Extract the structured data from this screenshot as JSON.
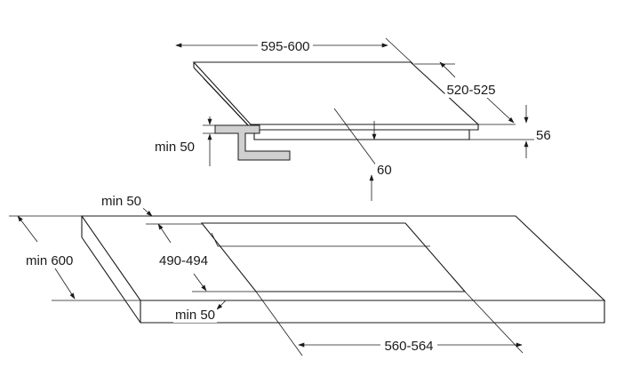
{
  "diagram": {
    "dimensions": {
      "hob_width": "595-600",
      "hob_depth": "520-525",
      "hob_height": "56",
      "clearance_below": "60",
      "side_clearance": "min 50",
      "rear_clearance": "min 50",
      "front_clearance": "min 50",
      "worktop_depth": "min 600",
      "cutout_depth": "490-494",
      "cutout_width": "560-564"
    }
  }
}
